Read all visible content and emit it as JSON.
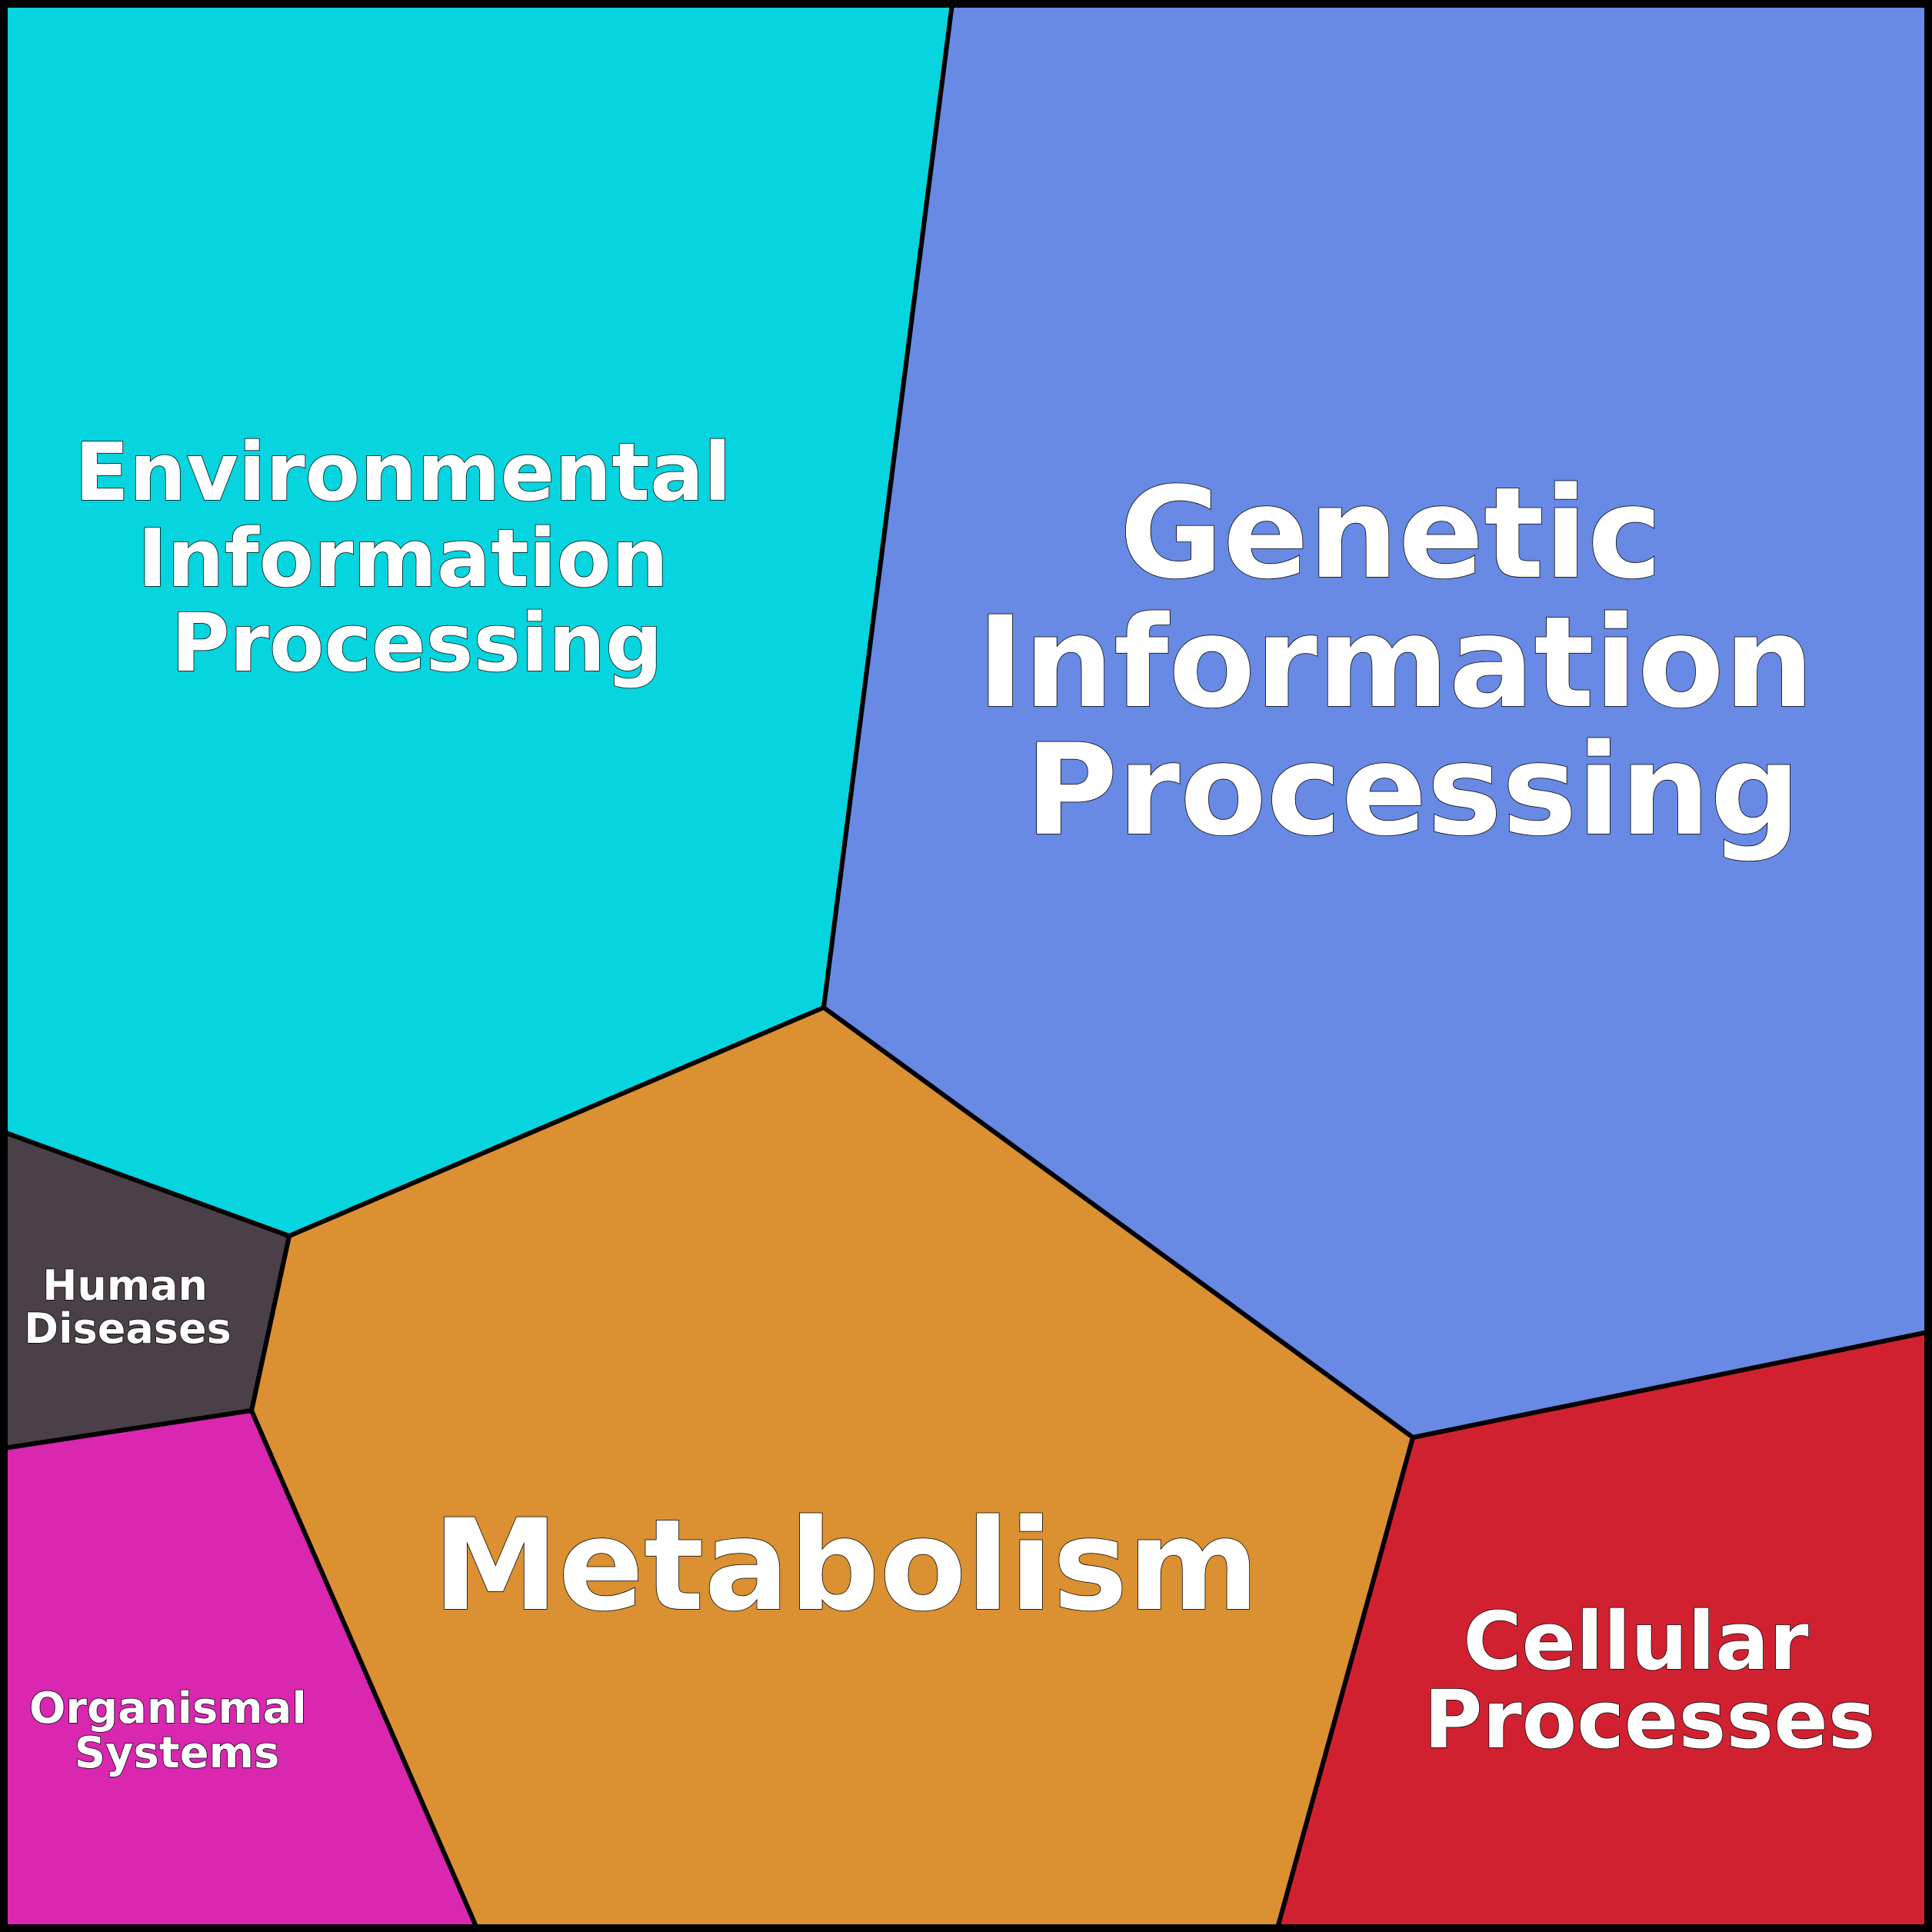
{
  "colors": {
    "environmental": "#06d4de",
    "genetic": "#6889e4",
    "metabolism": "#db9031",
    "cellular": "#d12130",
    "human_diseases": "#4b4048",
    "organismal": "#d927b0",
    "text": "#ffffff",
    "outline": "#000000"
  },
  "regions": {
    "environmental": {
      "lines": [
        "Environmental",
        "Information",
        "Processing"
      ]
    },
    "genetic": {
      "lines": [
        "Genetic",
        "Information",
        "Processing"
      ]
    },
    "metabolism": {
      "lines": [
        "Metabolism"
      ]
    },
    "cellular": {
      "lines": [
        "Cellular",
        "Processes"
      ]
    },
    "human_diseases": {
      "lines": [
        "Human",
        "Diseases"
      ]
    },
    "organismal": {
      "lines": [
        "Organismal",
        "Systems"
      ]
    }
  }
}
